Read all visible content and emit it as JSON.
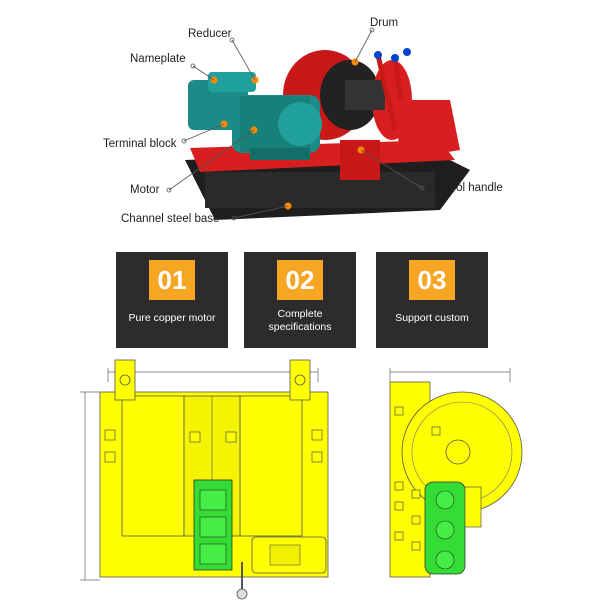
{
  "callouts": {
    "reducer": "Reducer",
    "drum": "Drum",
    "nameplate": "Nameplate",
    "terminal_block": "Terminal block",
    "motor": "Motor",
    "control_handle": "Control handle",
    "channel_steel_base": "Channel steel base"
  },
  "features": [
    {
      "number": "01",
      "label": "Pure copper motor"
    },
    {
      "number": "02",
      "label": "Complete\nspecifications"
    },
    {
      "number": "03",
      "label": "Support custom"
    }
  ],
  "colors": {
    "accent": "#f6a623",
    "card_bg": "#2c2c2c",
    "frame_red": "#d81f1f",
    "motor_teal": "#1c8a86",
    "drawing_yellow": "#ffff00",
    "drawing_green": "#33dd33",
    "callout_dot": "#ff8800"
  }
}
